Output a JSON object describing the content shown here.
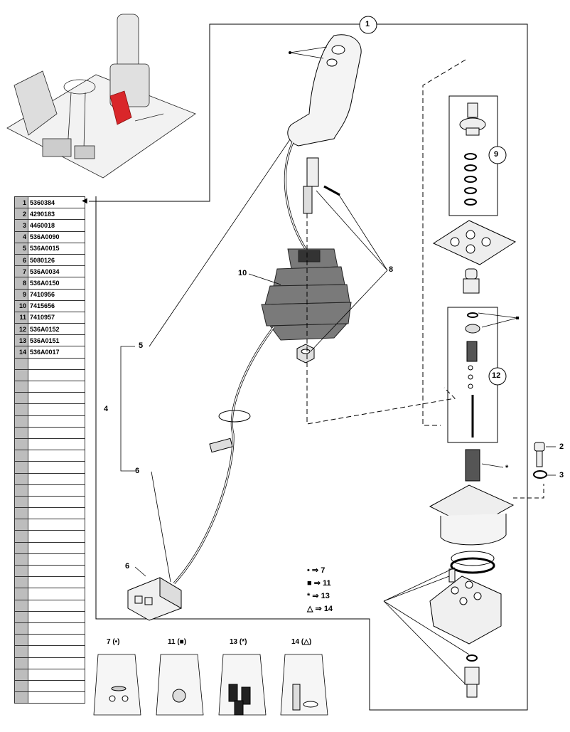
{
  "parts": [
    {
      "num": "1",
      "code": "5360384"
    },
    {
      "num": "2",
      "code": "4290183"
    },
    {
      "num": "3",
      "code": "4460018"
    },
    {
      "num": "4",
      "code": "536A0090"
    },
    {
      "num": "5",
      "code": "536A0015"
    },
    {
      "num": "6",
      "code": "5080126"
    },
    {
      "num": "7",
      "code": "536A0034"
    },
    {
      "num": "8",
      "code": "536A0150"
    },
    {
      "num": "9",
      "code": "7410956"
    },
    {
      "num": "10",
      "code": "7415656"
    },
    {
      "num": "11",
      "code": "7410957"
    },
    {
      "num": "12",
      "code": "536A0152"
    },
    {
      "num": "13",
      "code": "536A0151"
    },
    {
      "num": "14",
      "code": "536A0017"
    }
  ],
  "empty_rows": 30,
  "callouts": {
    "c1": "1",
    "c2": "2",
    "c3": "3",
    "c4": "4",
    "c5": "5",
    "c6a": "6",
    "c6b": "6",
    "c8": "8",
    "c9": "9",
    "c10": "10",
    "c12": "12",
    "star": "*"
  },
  "legend": [
    {
      "sym": "•",
      "num": "7"
    },
    {
      "sym": "■",
      "num": "11"
    },
    {
      "sym": "*",
      "num": "13"
    },
    {
      "sym": "△",
      "num": "14"
    }
  ],
  "bags": [
    {
      "label": "7 (•)"
    },
    {
      "label": "11 (■)"
    },
    {
      "label": "13 (*)"
    },
    {
      "label": "14 (△)"
    }
  ],
  "colors": {
    "table_num_bg": "#bdbdbd",
    "boot": "#7a7a7a",
    "highlight": "#d9262a"
  }
}
